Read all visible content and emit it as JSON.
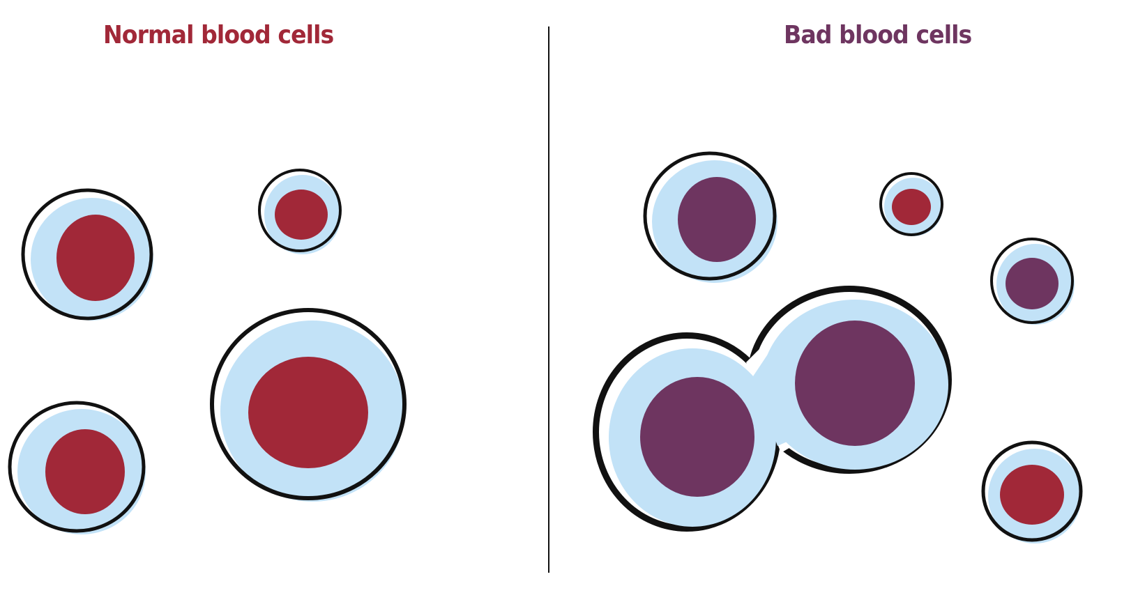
{
  "titles": {
    "normal": "Normal blood cells",
    "bad": "Bad blood cells"
  },
  "colors": {
    "cytoplasm": "#c2e2f7",
    "normal_nucleus": "#a12838",
    "bad_nucleus": "#6e3560",
    "outline": "#111111"
  },
  "panels": [
    {
      "name": "normal",
      "cell_count": 4
    },
    {
      "name": "bad",
      "cell_count": 5,
      "note_shape": "one fused double cell"
    }
  ]
}
